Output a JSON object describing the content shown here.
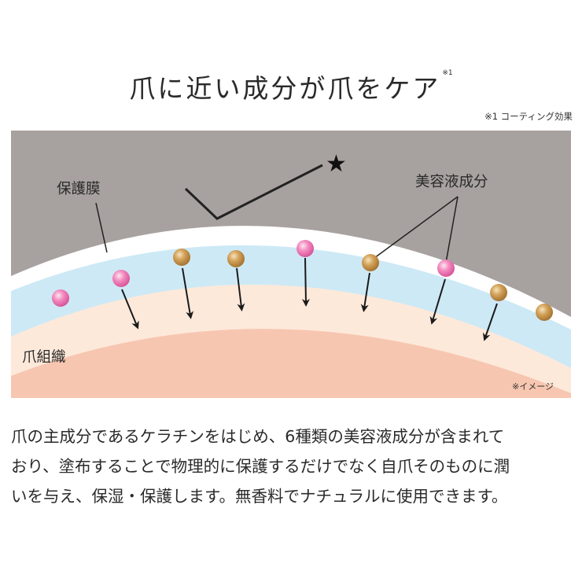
{
  "title": {
    "main": "爪に近い成分が爪をケア",
    "sup": "※1"
  },
  "footnote": "※1 コーティング効果",
  "diagram": {
    "label_membrane": "保護膜",
    "label_serum": "美容液成分",
    "label_tissue": "爪組織",
    "label_image": "※イメージ",
    "star_symbol": "★",
    "colors": {
      "background": "#a7a19f",
      "coating": "#ffffff",
      "serum_layer": "#cde9f6",
      "tissue_outer": "#fde9da",
      "tissue_inner": "#f7c6b0",
      "pink_particle": "#f07cb4",
      "gold_particle": "#c8964a"
    }
  },
  "description": {
    "lines": [
      "爪の主成分であるケラチンをはじめ、6種類の美容液成分が含まれて",
      "おり、塗布することで物理的に保護するだけでなく自爪そのものに潤",
      "いを与え、保湿・保護します。無香料でナチュラルに使用できます。"
    ]
  }
}
